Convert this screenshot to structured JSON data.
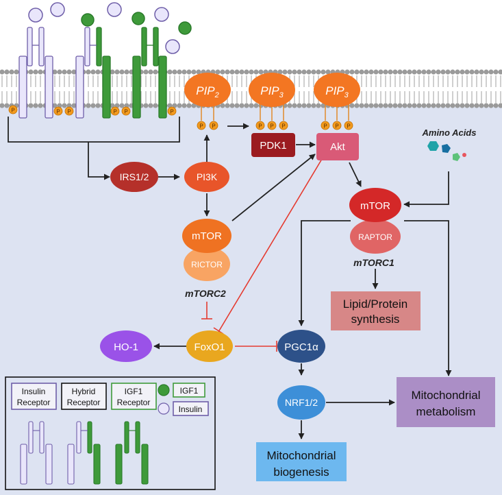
{
  "phosphate_label": "P",
  "pip_labels": {
    "pip2_base": "PIP",
    "pip2_sub": "2",
    "pip3_base": "PIP",
    "pip3_sub": "3"
  },
  "nodes": {
    "pdk1": "PDK1",
    "akt": "Akt",
    "irs": "IRS1/2",
    "pi3k": "PI3K",
    "mtor_c2": "mTOR",
    "rictor": "RICTOR",
    "mtorc2": "mTORC2",
    "mtor_c1": "mTOR",
    "raptor": "RAPTOR",
    "mtorc1": "mTORC1",
    "foxo1": "FoxO1",
    "ho1": "HO-1",
    "pgc1a": "PGC1α",
    "nrf": "NRF1/2",
    "amino_acids": "Amino Acids",
    "lipid_line1": "Lipid/Protein",
    "lipid_line2": "synthesis",
    "mito_metab_line1": "Mitochondrial",
    "mito_metab_line2": "metabolism",
    "mito_bio_line1": "Mitochondrial",
    "mito_bio_line2": "biogenesis"
  },
  "legend": {
    "insulin_receptor_line1": "Insulin",
    "insulin_receptor_line2": "Receptor",
    "hybrid_receptor_line1": "Hybrid",
    "hybrid_receptor_line2": "Receptor",
    "igf1_receptor_line1": "IGF1",
    "igf1_receptor_line2": "Receptor",
    "igf1": "IGF1",
    "insulin": "Insulin"
  },
  "colors": {
    "background": "#dde3f2",
    "membrane_head": "#9a9a9a",
    "insulin_receptor": "#e9e6fb",
    "insulin_outline": "#6e5ea8",
    "igf1_receptor": "#3e9a3a",
    "phosphate": "#f29a1e",
    "pip": "#f37622",
    "pdk1": "#9b1b20",
    "akt": "#d95a77",
    "irs": "#b5302a",
    "pi3k": "#e8552a",
    "mtor_c2": "#ef7222",
    "rictor": "#f8a463",
    "mtor_c1": "#d42828",
    "raptor": "#e06565",
    "foxo1": "#e9a71f",
    "ho1": "#9a52e8",
    "pgc1a": "#2d5189",
    "nrf": "#3d8fd8",
    "lipid_box": "#d78787",
    "mito_metab_box": "#ab8ec6",
    "mito_bio_box": "#6db8ef",
    "inhibit": "#e53a2f",
    "arrow": "#222222"
  }
}
